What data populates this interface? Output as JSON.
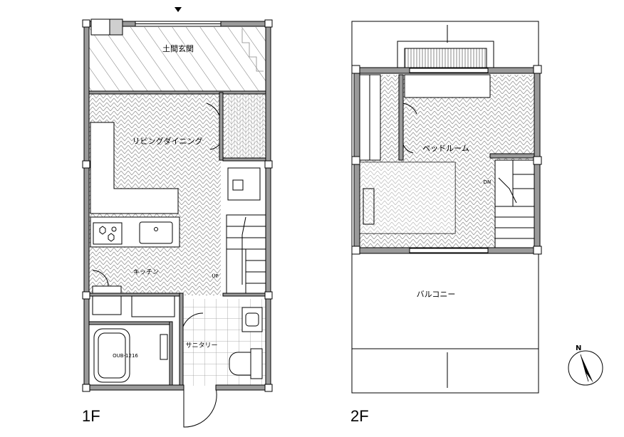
{
  "floors": {
    "first": {
      "label": "1F"
    },
    "second": {
      "label": "2F"
    }
  },
  "rooms": {
    "genkan": "土間玄関",
    "living": "リビングダイニング",
    "kitchen": "キッチン",
    "sanitary": "サニタリー",
    "bedroom": "ベッドルーム",
    "balcony": "バルコニー",
    "bath_model": "OUB-1216"
  },
  "stairs": {
    "up": "UP",
    "down": "DN"
  },
  "compass": {
    "north": "N"
  }
}
